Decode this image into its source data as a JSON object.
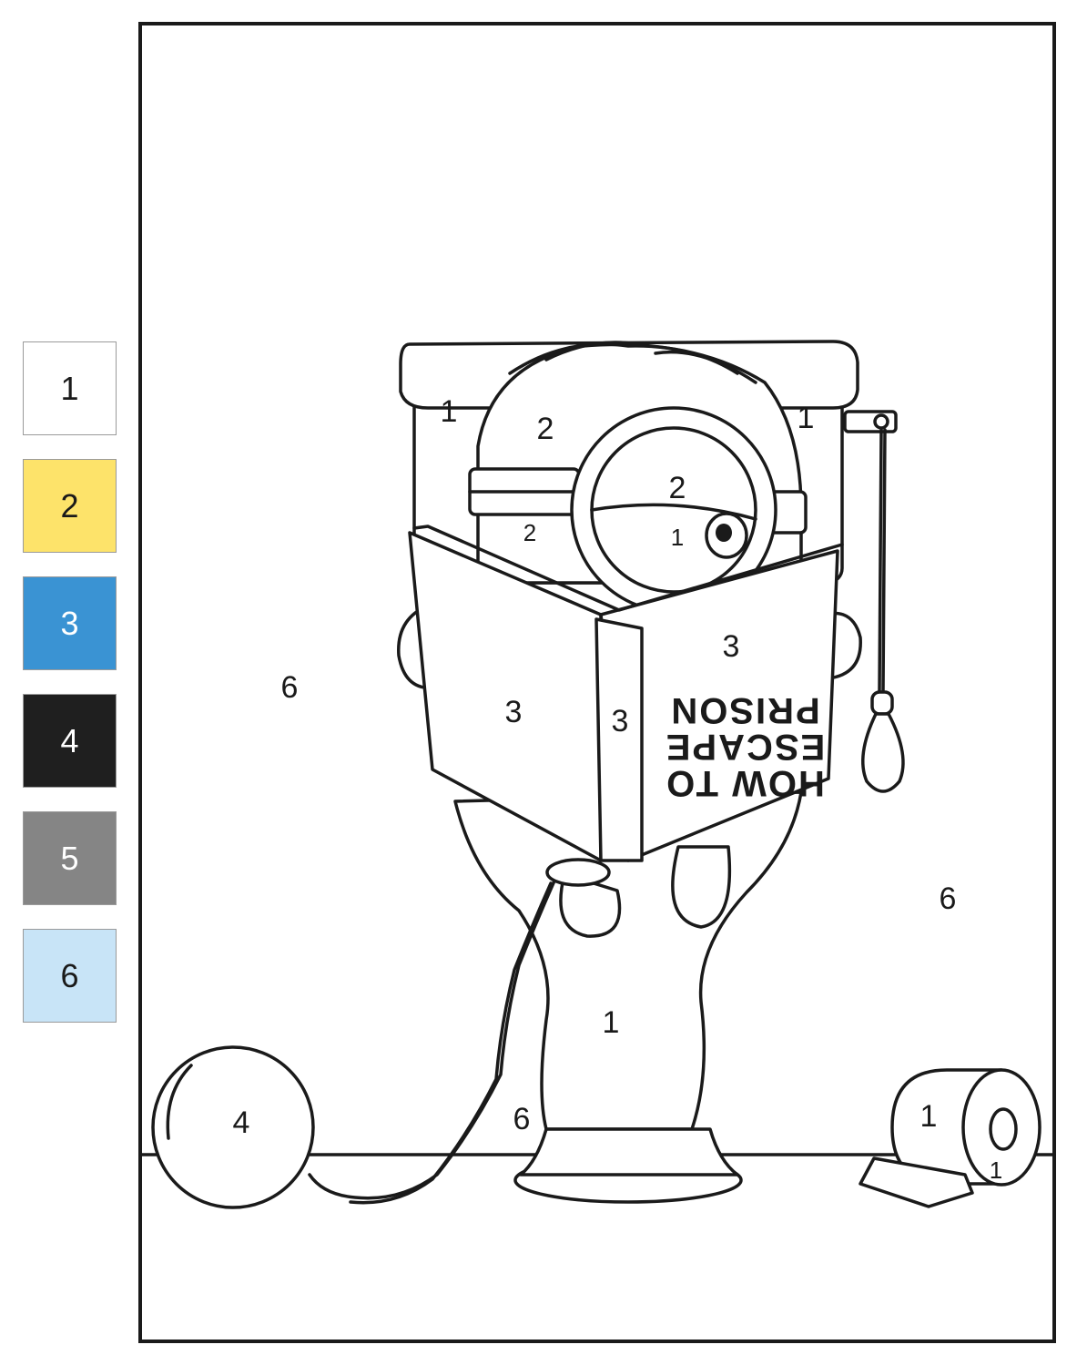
{
  "palette": [
    {
      "number": "1",
      "color": "#ffffff",
      "text_color": "#1a1a1a"
    },
    {
      "number": "2",
      "color": "#fde36a",
      "text_color": "#1a1a1a"
    },
    {
      "number": "3",
      "color": "#3a93d3",
      "text_color": "#ffffff"
    },
    {
      "number": "4",
      "color": "#1f1f1f",
      "text_color": "#ffffff"
    },
    {
      "number": "5",
      "color": "#858585",
      "text_color": "#ffffff"
    },
    {
      "number": "6",
      "color": "#c8e4f7",
      "text_color": "#1a1a1a"
    }
  ],
  "book": {
    "title_line1": "HOW TO",
    "title_line2": "ESCAPE",
    "title_line3": "PRISON"
  },
  "regions": {
    "tank_left": "1",
    "tank_right": "1",
    "head_top": "2",
    "goggle_lens": "2",
    "cheek": "2",
    "eye_white": "1",
    "book_right_page": "3",
    "book_left_page": "3",
    "book_spine": "3",
    "background_left": "6",
    "background_right": "6",
    "background_bottom": "6",
    "toilet_pedestal": "1",
    "ball": "4",
    "paper_roll": "1",
    "paper_roll_end": "1"
  },
  "icons": {
    "drawing": "minion-on-toilet-reading-book"
  }
}
